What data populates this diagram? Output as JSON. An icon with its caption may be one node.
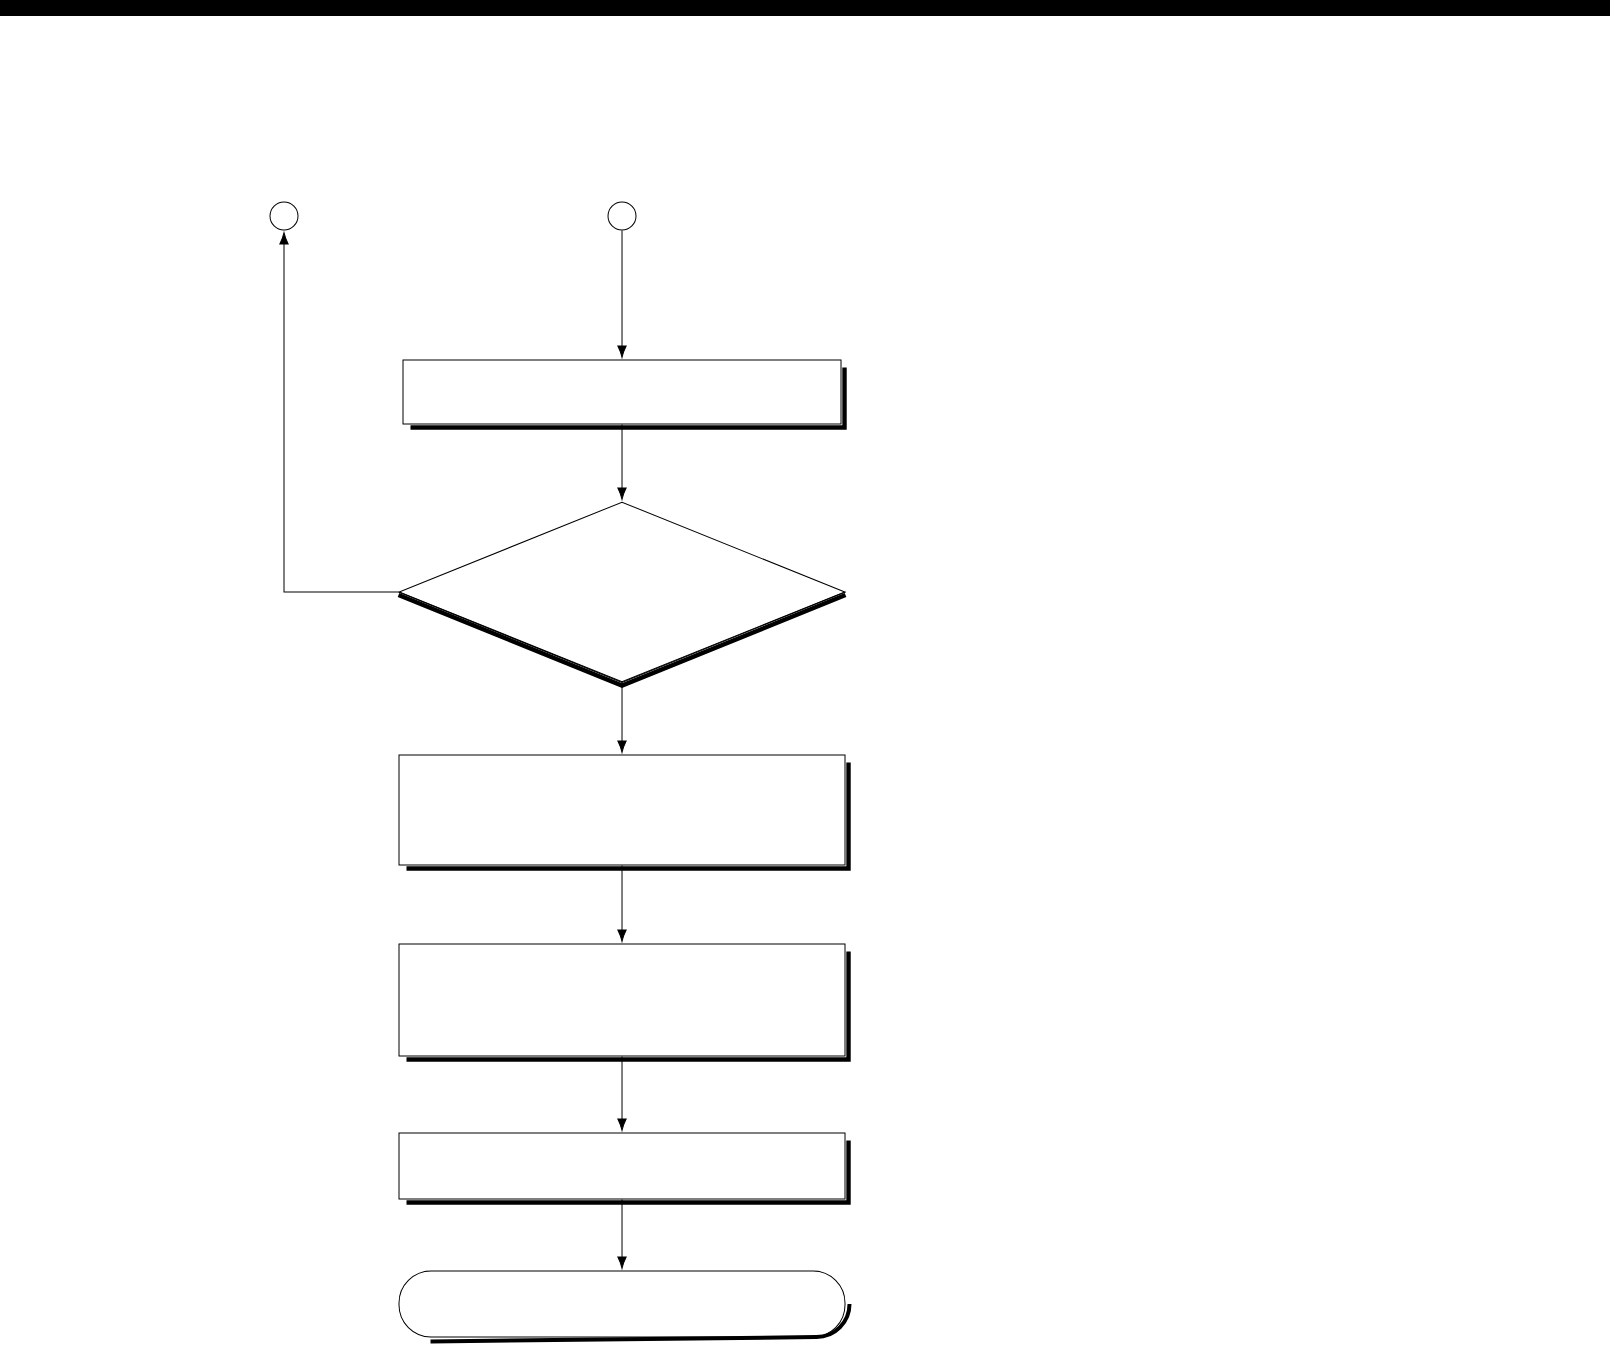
{
  "diagram": {
    "nodes": [
      {
        "text": [],
        "shape": "circle"
      },
      {
        "text": [],
        "shape": "circle"
      },
      {
        "text": [],
        "shape": "box"
      },
      {
        "text": [],
        "shape": "diamond"
      },
      {
        "text": [],
        "shape": "box"
      },
      {
        "text": [],
        "shape": "box"
      },
      {
        "text": [],
        "shape": "box"
      },
      {
        "text": [],
        "shape": "terminal"
      }
    ],
    "edges": [
      {
        "from": 1,
        "to": 2,
        "arrow": "to"
      },
      {
        "from": 2,
        "to": 3,
        "arrow": "to"
      },
      {
        "from": 3,
        "to": 0,
        "arrow": "to"
      },
      {
        "from": 3,
        "to": 4,
        "arrow": "to"
      },
      {
        "from": 4,
        "to": 5,
        "arrow": "to"
      },
      {
        "from": 5,
        "to": 6,
        "arrow": "to"
      },
      {
        "from": 6,
        "to": 7,
        "arrow": "to"
      }
    ]
  }
}
